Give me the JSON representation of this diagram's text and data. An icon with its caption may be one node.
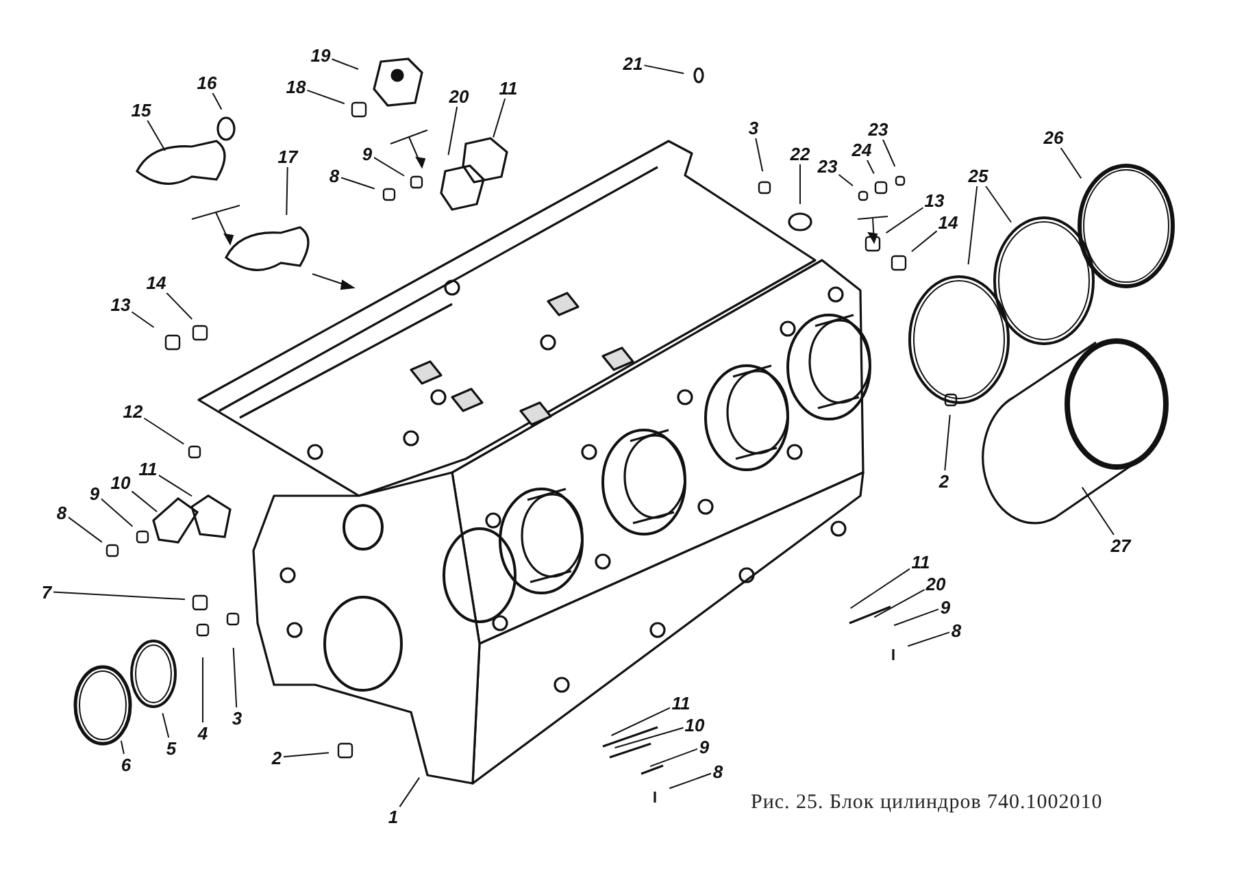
{
  "diagram": {
    "caption": "Рис. 25. Блок цилиндров 740.1002010",
    "nodes": [
      {
        "text": [
          "19"
        ]
      },
      {
        "text": [
          "18"
        ]
      },
      {
        "text": [
          "20"
        ]
      },
      {
        "text": [
          "11"
        ]
      },
      {
        "text": [
          "16"
        ]
      },
      {
        "text": [
          "15"
        ]
      },
      {
        "text": [
          "9"
        ]
      },
      {
        "text": [
          "8"
        ]
      },
      {
        "text": [
          "17"
        ]
      },
      {
        "text": [
          "14"
        ]
      },
      {
        "text": [
          "13"
        ]
      },
      {
        "text": [
          "12"
        ]
      },
      {
        "text": [
          "11"
        ]
      },
      {
        "text": [
          "10"
        ]
      },
      {
        "text": [
          "9"
        ]
      },
      {
        "text": [
          "8"
        ]
      },
      {
        "text": [
          "7"
        ]
      },
      {
        "text": [
          "4"
        ]
      },
      {
        "text": [
          "3"
        ]
      },
      {
        "text": [
          "6"
        ]
      },
      {
        "text": [
          "5"
        ]
      },
      {
        "text": [
          "2"
        ]
      },
      {
        "text": [
          "1"
        ]
      },
      {
        "text": [
          "21"
        ]
      },
      {
        "text": [
          "3"
        ]
      },
      {
        "text": [
          "22"
        ]
      },
      {
        "text": [
          "23"
        ]
      },
      {
        "text": [
          "24"
        ]
      },
      {
        "text": [
          "23"
        ]
      },
      {
        "text": [
          "13"
        ]
      },
      {
        "text": [
          "14"
        ]
      },
      {
        "text": [
          "25"
        ]
      },
      {
        "text": [
          "26"
        ]
      },
      {
        "text": [
          "2"
        ]
      },
      {
        "text": [
          "27"
        ]
      },
      {
        "text": [
          "11"
        ]
      },
      {
        "text": [
          "20"
        ]
      },
      {
        "text": [
          "9"
        ]
      },
      {
        "text": [
          "8"
        ]
      },
      {
        "text": [
          "11"
        ]
      },
      {
        "text": [
          "10"
        ]
      },
      {
        "text": [
          "9"
        ]
      },
      {
        "text": [
          "8"
        ]
      }
    ],
    "edges": [
      {
        "from": 0,
        "to": null,
        "arrow": "none"
      },
      {
        "from": 1,
        "to": null,
        "arrow": "none"
      },
      {
        "from": 2,
        "to": null,
        "arrow": "none"
      },
      {
        "from": 3,
        "to": null,
        "arrow": "none"
      },
      {
        "from": 4,
        "to": null,
        "arrow": "none"
      },
      {
        "from": 5,
        "to": null,
        "arrow": "none"
      },
      {
        "from": 6,
        "to": null,
        "arrow": "none"
      },
      {
        "from": 7,
        "to": null,
        "arrow": "none"
      },
      {
        "from": 8,
        "to": null,
        "arrow": "none"
      },
      {
        "from": 9,
        "to": null,
        "arrow": "none"
      },
      {
        "from": 10,
        "to": null,
        "arrow": "none"
      },
      {
        "from": 11,
        "to": null,
        "arrow": "none"
      },
      {
        "from": 12,
        "to": null,
        "arrow": "none"
      },
      {
        "from": 13,
        "to": null,
        "arrow": "none"
      },
      {
        "from": 14,
        "to": null,
        "arrow": "none"
      },
      {
        "from": 15,
        "to": null,
        "arrow": "none"
      },
      {
        "from": 16,
        "to": null,
        "arrow": "none"
      },
      {
        "from": 17,
        "to": null,
        "arrow": "none"
      },
      {
        "from": 18,
        "to": null,
        "arrow": "none"
      },
      {
        "from": 19,
        "to": null,
        "arrow": "none"
      },
      {
        "from": 20,
        "to": null,
        "arrow": "none"
      },
      {
        "from": 21,
        "to": null,
        "arrow": "none"
      },
      {
        "from": 22,
        "to": null,
        "arrow": "none"
      },
      {
        "from": 23,
        "to": null,
        "arrow": "none"
      },
      {
        "from": 24,
        "to": null,
        "arrow": "none"
      },
      {
        "from": 25,
        "to": null,
        "arrow": "none"
      },
      {
        "from": 26,
        "to": null,
        "arrow": "none"
      },
      {
        "from": 27,
        "to": null,
        "arrow": "none"
      },
      {
        "from": 28,
        "to": null,
        "arrow": "none"
      },
      {
        "from": 29,
        "to": null,
        "arrow": "none"
      },
      {
        "from": 30,
        "to": null,
        "arrow": "none"
      },
      {
        "from": 31,
        "to": null,
        "arrow": "none"
      },
      {
        "from": 31,
        "to": null,
        "arrow": "none"
      },
      {
        "from": 32,
        "to": null,
        "arrow": "none"
      },
      {
        "from": 33,
        "to": null,
        "arrow": "none"
      },
      {
        "from": 34,
        "to": null,
        "arrow": "none"
      },
      {
        "from": 35,
        "to": null,
        "arrow": "none"
      },
      {
        "from": 36,
        "to": null,
        "arrow": "none"
      },
      {
        "from": 37,
        "to": null,
        "arrow": "none"
      },
      {
        "from": 38,
        "to": null,
        "arrow": "none"
      },
      {
        "from": 39,
        "to": null,
        "arrow": "none"
      },
      {
        "from": 40,
        "to": null,
        "arrow": "none"
      },
      {
        "from": 41,
        "to": null,
        "arrow": "none"
      },
      {
        "from": 42,
        "to": null,
        "arrow": "none"
      }
    ]
  }
}
